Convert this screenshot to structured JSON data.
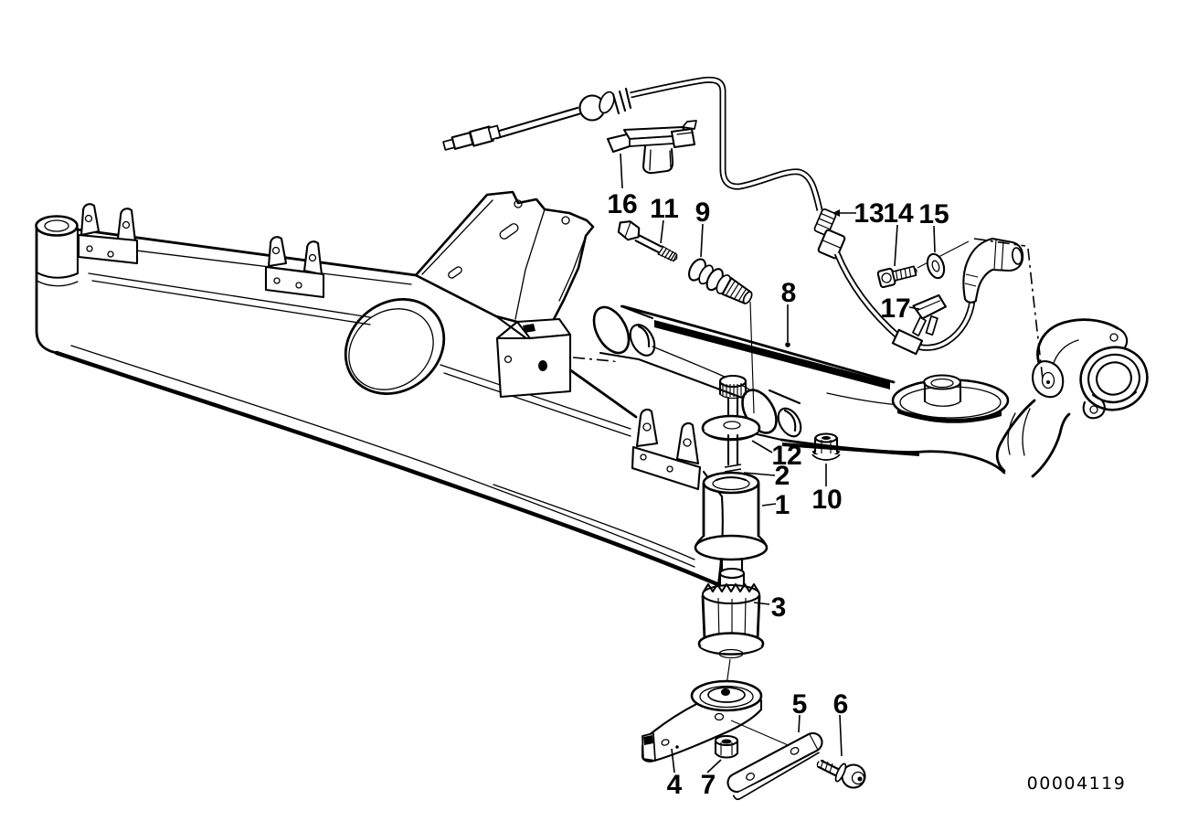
{
  "figure": {
    "drawing_id": "00004119"
  },
  "callouts": [
    {
      "label": "1"
    },
    {
      "label": "2"
    },
    {
      "label": "3"
    },
    {
      "label": "4"
    },
    {
      "label": "5"
    },
    {
      "label": "6"
    },
    {
      "label": "7"
    },
    {
      "label": "8"
    },
    {
      "label": "9"
    },
    {
      "label": "10"
    },
    {
      "label": "11"
    },
    {
      "label": "12"
    },
    {
      "label": "13"
    },
    {
      "label": "14"
    },
    {
      "label": "15"
    },
    {
      "label": "16"
    },
    {
      "label": "17"
    }
  ],
  "colors": {
    "ink": "#000000",
    "paper": "#ffffff"
  }
}
